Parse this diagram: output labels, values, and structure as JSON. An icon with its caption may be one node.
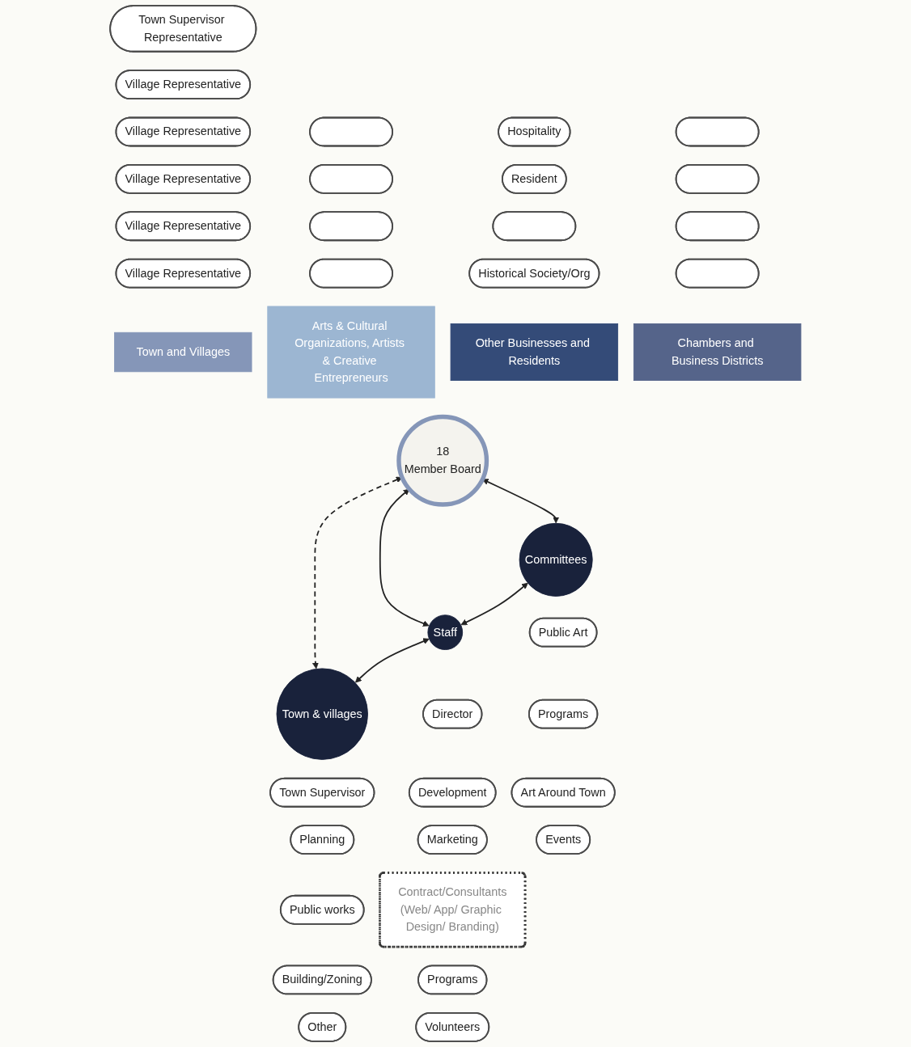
{
  "diagram": {
    "nodes": [
      {
        "text": [
          "Town Supervisor Representative"
        ]
      },
      {
        "text": [
          "Village Representative"
        ]
      },
      {
        "text": [
          "Village Representative"
        ]
      },
      {
        "text": [
          "Village Representative"
        ]
      },
      {
        "text": [
          "Village Representative"
        ]
      },
      {
        "text": [
          "Village Representative"
        ]
      },
      {
        "text": [
          "Town and Villages"
        ]
      },
      {
        "text": [],
        "shape": "box"
      },
      {
        "text": [],
        "shape": "box"
      },
      {
        "text": [],
        "shape": "box"
      },
      {
        "text": [],
        "shape": "box"
      },
      {
        "text": [
          "Arts & Cultural Organizations, Artists & Creative Entrepreneurs"
        ]
      },
      {
        "text": [
          "18",
          "Member Board"
        ]
      },
      {
        "text": [
          "Other Businesses and Residents"
        ]
      },
      {
        "text": [
          "Chambers and Business Districts"
        ]
      },
      {
        "text": [
          "Hospitality"
        ]
      },
      {
        "text": [
          "Resident"
        ]
      },
      {
        "text": [],
        "shape": "box"
      },
      {
        "text": [
          "Historical Society/Org"
        ]
      },
      {
        "text": [],
        "shape": "box"
      },
      {
        "text": [],
        "shape": "box"
      },
      {
        "text": [],
        "shape": "box"
      },
      {
        "text": [],
        "shape": "box"
      },
      {
        "text": [
          "Town & villages"
        ]
      },
      {
        "text": [
          "Staff"
        ]
      },
      {
        "text": [
          "Committees"
        ]
      },
      {
        "text": [
          "Town Supervisor"
        ]
      },
      {
        "text": [
          "Planning"
        ]
      },
      {
        "text": [
          "Public works"
        ]
      },
      {
        "text": [
          "Building/Zoning"
        ]
      },
      {
        "text": [
          "Other"
        ]
      },
      {
        "text": [
          "Director"
        ]
      },
      {
        "text": [
          "Development"
        ]
      },
      {
        "text": [
          "Marketing"
        ]
      },
      {
        "text": [
          "Contract/Consultants",
          "(Web/ App/ Graphic Design/ Branding)"
        ]
      },
      {
        "text": [
          "Programs"
        ]
      },
      {
        "text": [
          "Volunteers"
        ]
      },
      {
        "text": [
          "Public Art"
        ]
      },
      {
        "text": [
          "Programs"
        ]
      },
      {
        "text": [
          "Art Around Town"
        ]
      },
      {
        "text": [
          "Events"
        ]
      }
    ],
    "edges": [
      {
        "from": 23,
        "to": 12,
        "arrow": "both",
        "style": "dashed"
      },
      {
        "from": 24,
        "to": 12,
        "arrow": "both"
      },
      {
        "from": 25,
        "to": 12,
        "arrow": "both"
      },
      {
        "from": 23,
        "to": 24,
        "arrow": "both"
      },
      {
        "from": 24,
        "to": 25,
        "arrow": "both"
      }
    ]
  }
}
